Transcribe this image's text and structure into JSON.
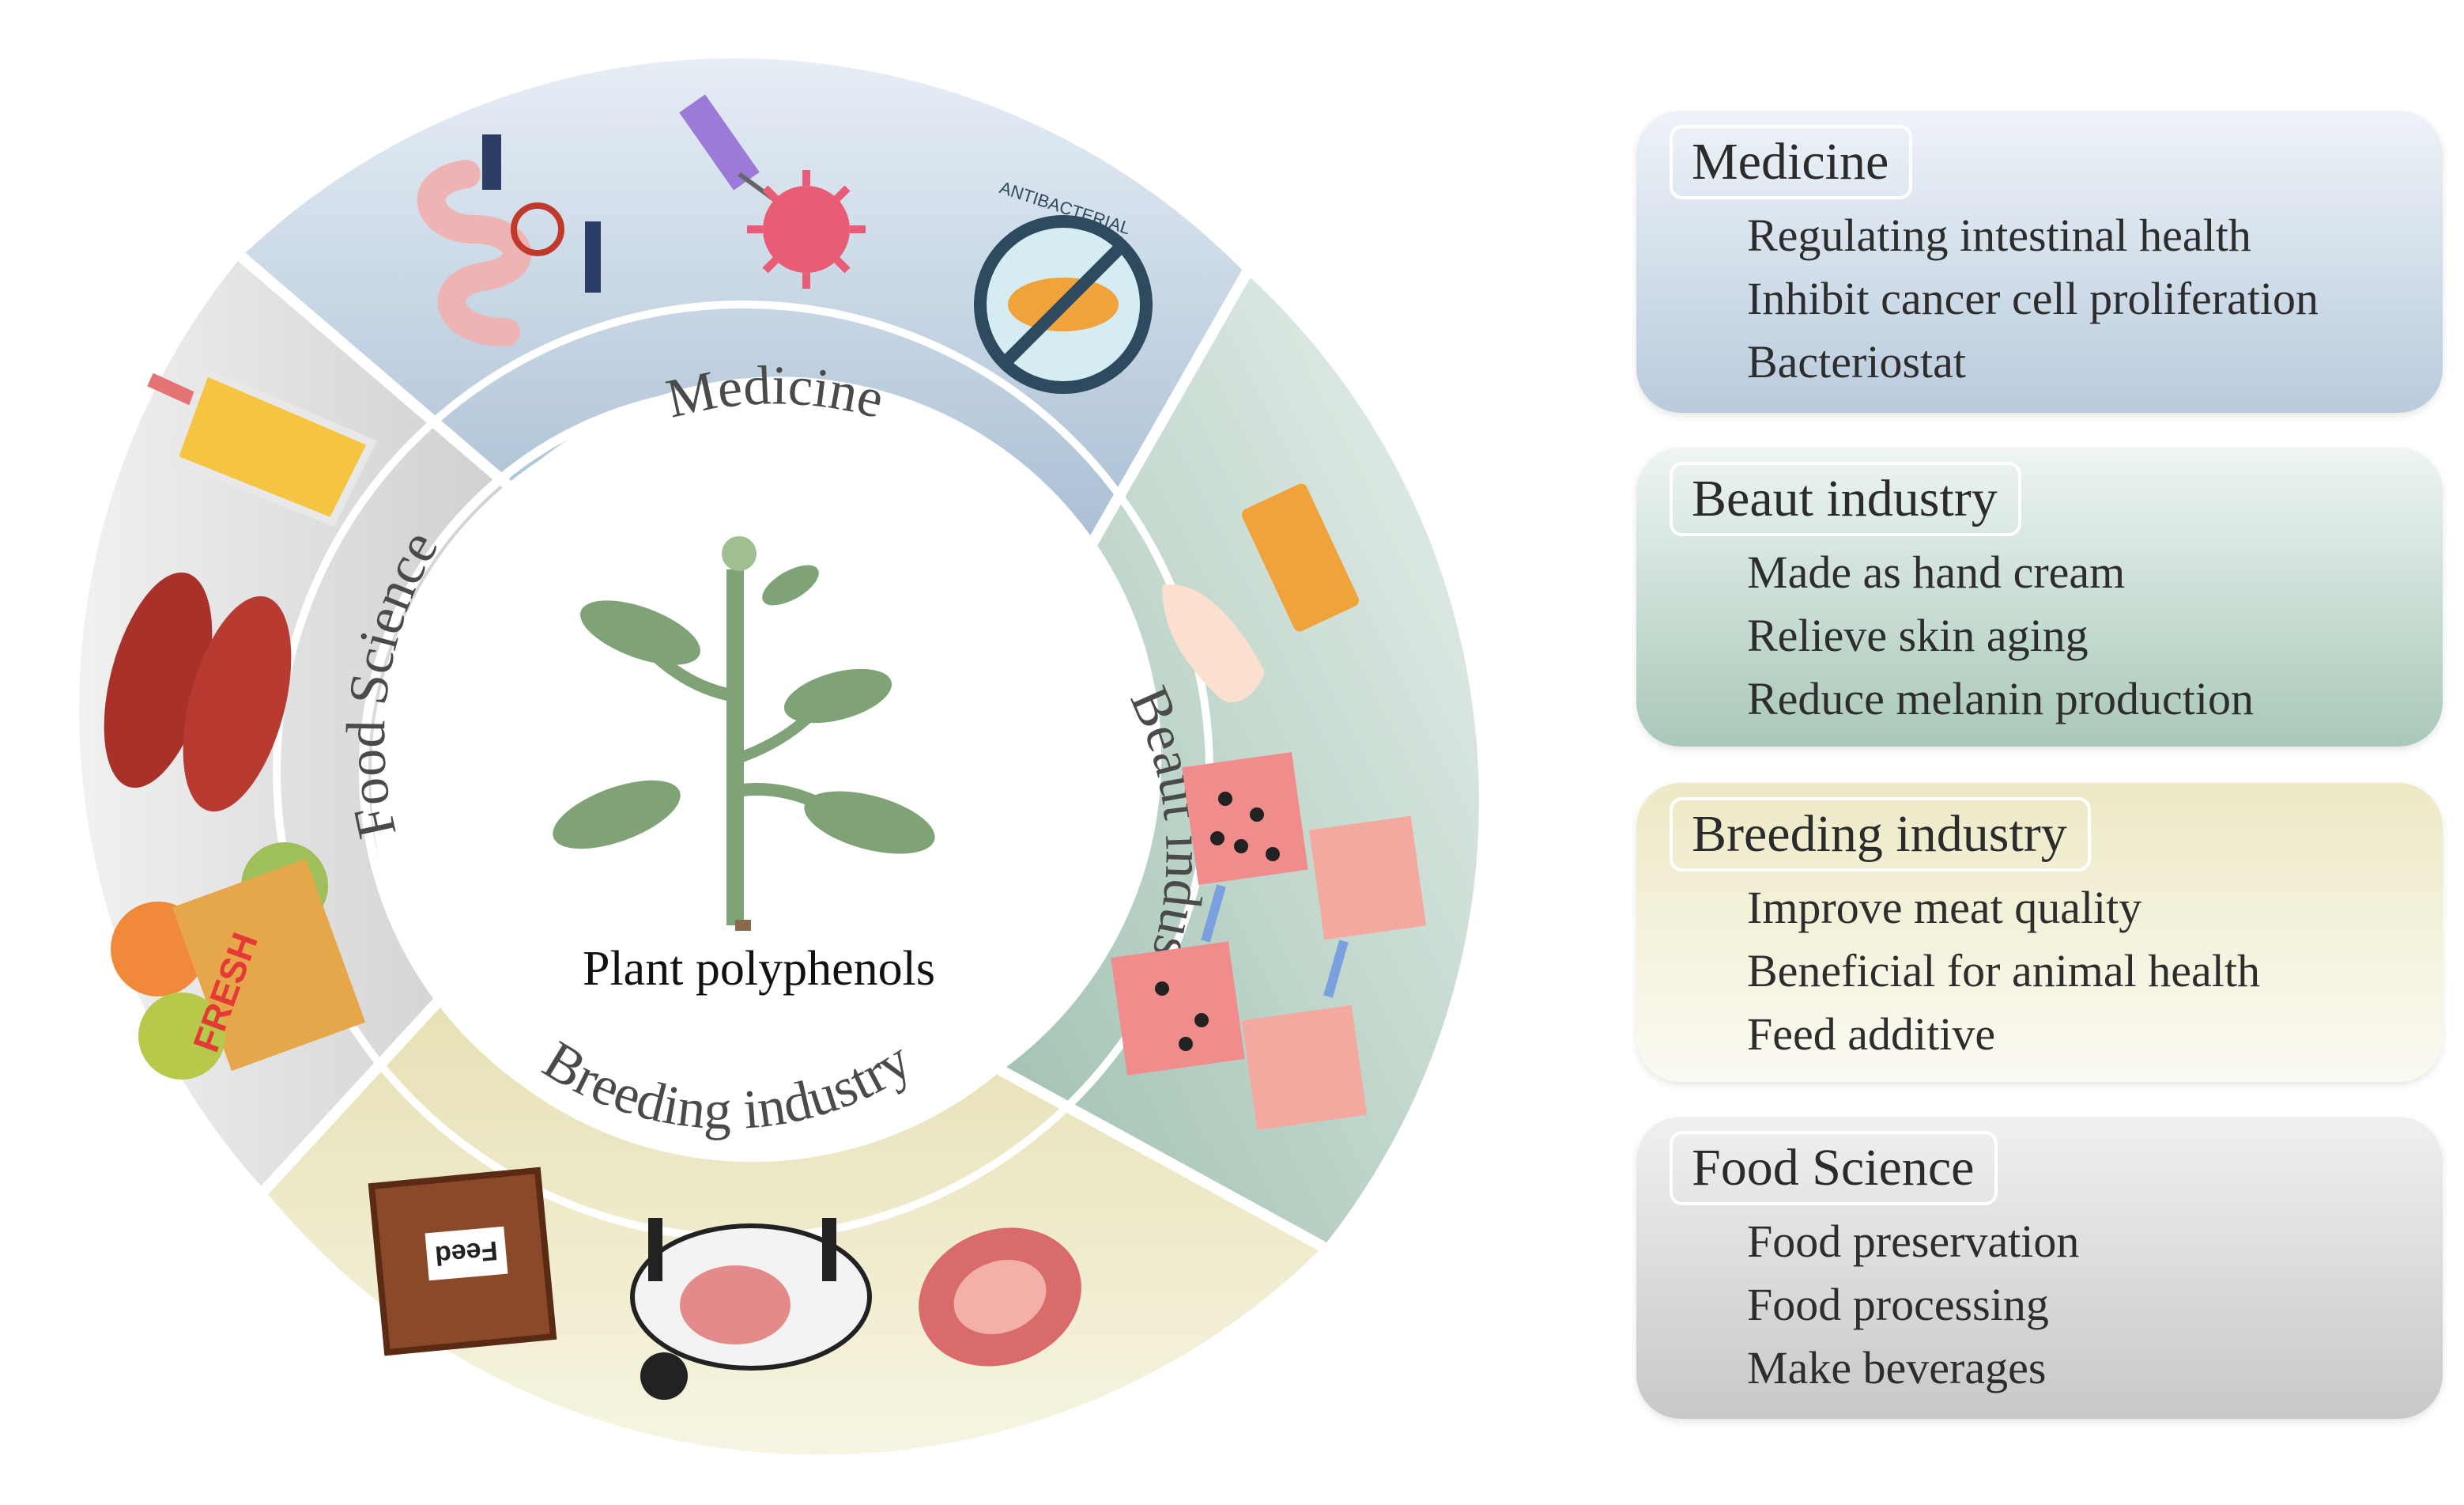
{
  "center": {
    "label": "Plant polyphenols"
  },
  "ring": {
    "medicine": "Medicine",
    "beauty": "Beaut industry",
    "breeding": "Breeding industry",
    "food": "Food Science"
  },
  "icons": {
    "antibacterial": "ANTIBACTERIAL",
    "feed_bag": "Feed",
    "fresh": "FRESH"
  },
  "panels": [
    {
      "title": "Medicine",
      "items": [
        "Regulating intestinal health",
        "Inhibit cancer cell proliferation",
        "Bacteriostat"
      ]
    },
    {
      "title": "Beaut industry",
      "items": [
        "Made as hand cream",
        "Relieve skin aging",
        "Reduce melanin production"
      ]
    },
    {
      "title": "Breeding industry",
      "items": [
        "Improve meat quality",
        "Beneficial for animal health",
        "Feed additive"
      ]
    },
    {
      "title": "Food Science",
      "items": [
        "Food preservation",
        "Food processing",
        "Make beverages"
      ]
    }
  ],
  "colors": {
    "medicine": "#b9cbdd",
    "beauty": "#a9c8b9",
    "breeding": "#ede9c6",
    "food": "#d6d6d6"
  }
}
